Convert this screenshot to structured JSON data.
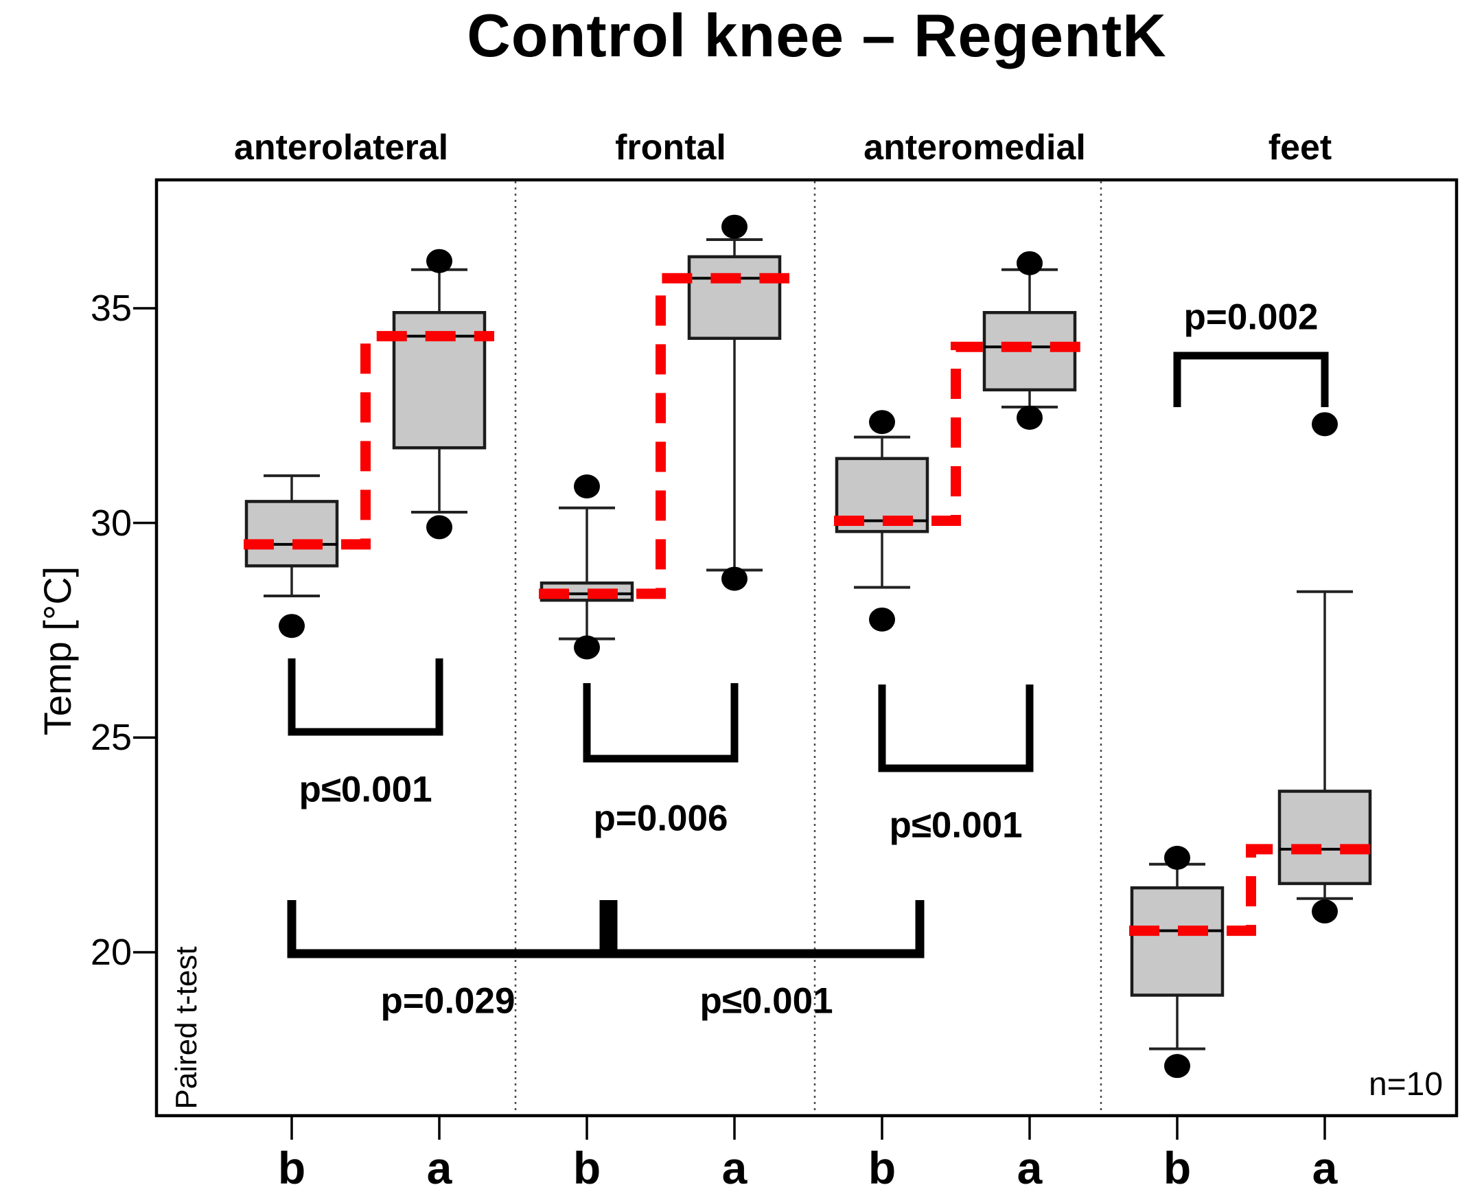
{
  "title": "Control knee – RegentK",
  "axis": {
    "y_label": "Temp [°C]",
    "y_ticks": [
      "35",
      "30",
      "25",
      "20"
    ],
    "x_labels": [
      "b",
      "a",
      "b",
      "a",
      "b",
      "a",
      "b",
      "a"
    ]
  },
  "annotations": {
    "test_note": "Paired t-test",
    "sample_size": "n=10"
  },
  "colors": {
    "box_fill": "#c8c8c8",
    "box_border": "#1c1c1c",
    "median_line": "#000000",
    "median_step_line": "#fa0000",
    "outlier": "#000000",
    "frame": "#000000",
    "divider": "#4a4a4a"
  },
  "chart_data": {
    "type": "boxplot",
    "title": "Control knee – RegentK",
    "ylabel": "Temp [°C]",
    "ylim": [
      16.2,
      38.0
    ],
    "yticks": [
      35,
      30,
      25,
      20
    ],
    "grid": false,
    "group_labels": [
      "b",
      "a"
    ],
    "panels": [
      {
        "label": "anterolateral",
        "groups": [
          {
            "x_label": "b",
            "whisker_low": 28.3,
            "q1": 29.0,
            "median": 29.5,
            "q3": 30.5,
            "whisker_high": 31.1,
            "outliers": [
              27.6
            ]
          },
          {
            "x_label": "a",
            "whisker_low": 30.25,
            "q1": 31.75,
            "median": 34.35,
            "q3": 34.9,
            "whisker_high": 35.9,
            "outliers": [
              29.9,
              36.1
            ]
          }
        ]
      },
      {
        "label": "frontal",
        "groups": [
          {
            "x_label": "b",
            "whisker_low": 27.3,
            "q1": 28.2,
            "median": 28.35,
            "q3": 28.6,
            "whisker_high": 30.35,
            "outliers": [
              27.1,
              30.85
            ]
          },
          {
            "x_label": "a",
            "whisker_low": 28.9,
            "q1": 34.3,
            "median": 35.7,
            "q3": 36.2,
            "whisker_high": 36.6,
            "outliers": [
              28.7,
              36.9
            ]
          }
        ]
      },
      {
        "label": "anteromedial",
        "groups": [
          {
            "x_label": "b",
            "whisker_low": 28.5,
            "q1": 29.8,
            "median": 30.05,
            "q3": 31.5,
            "whisker_high": 32.0,
            "outliers": [
              27.75,
              32.35
            ]
          },
          {
            "x_label": "a",
            "whisker_low": 32.7,
            "q1": 33.1,
            "median": 34.1,
            "q3": 34.9,
            "whisker_high": 35.9,
            "outliers": [
              32.45,
              36.05
            ]
          }
        ]
      },
      {
        "label": "feet",
        "groups": [
          {
            "x_label": "b",
            "whisker_low": 17.75,
            "q1": 19.0,
            "median": 20.5,
            "q3": 21.5,
            "whisker_high": 22.05,
            "outliers": [
              17.35,
              22.2
            ]
          },
          {
            "x_label": "a",
            "whisker_low": 21.25,
            "q1": 21.6,
            "median": 22.4,
            "q3": 23.75,
            "whisker_high": 28.4,
            "outliers": [
              20.95,
              32.3
            ]
          }
        ]
      }
    ],
    "comparisons": {
      "within_panel": [
        {
          "panel": "anterolateral",
          "p": "p≤0.001"
        },
        {
          "panel": "frontal",
          "p": "p=0.006"
        },
        {
          "panel": "anteromedial",
          "p": "p≤0.001"
        },
        {
          "panel": "feet",
          "p": "p=0.002"
        }
      ],
      "across_panels": [
        {
          "from": "anterolateral",
          "to": "frontal",
          "p": "p=0.029"
        },
        {
          "from": "frontal",
          "to": "anteromedial",
          "p": "p≤0.001"
        }
      ]
    },
    "legend": {
      "shown": false
    },
    "red_line_meaning_shown_in_pixels_only": "dashed step line through group medians"
  }
}
